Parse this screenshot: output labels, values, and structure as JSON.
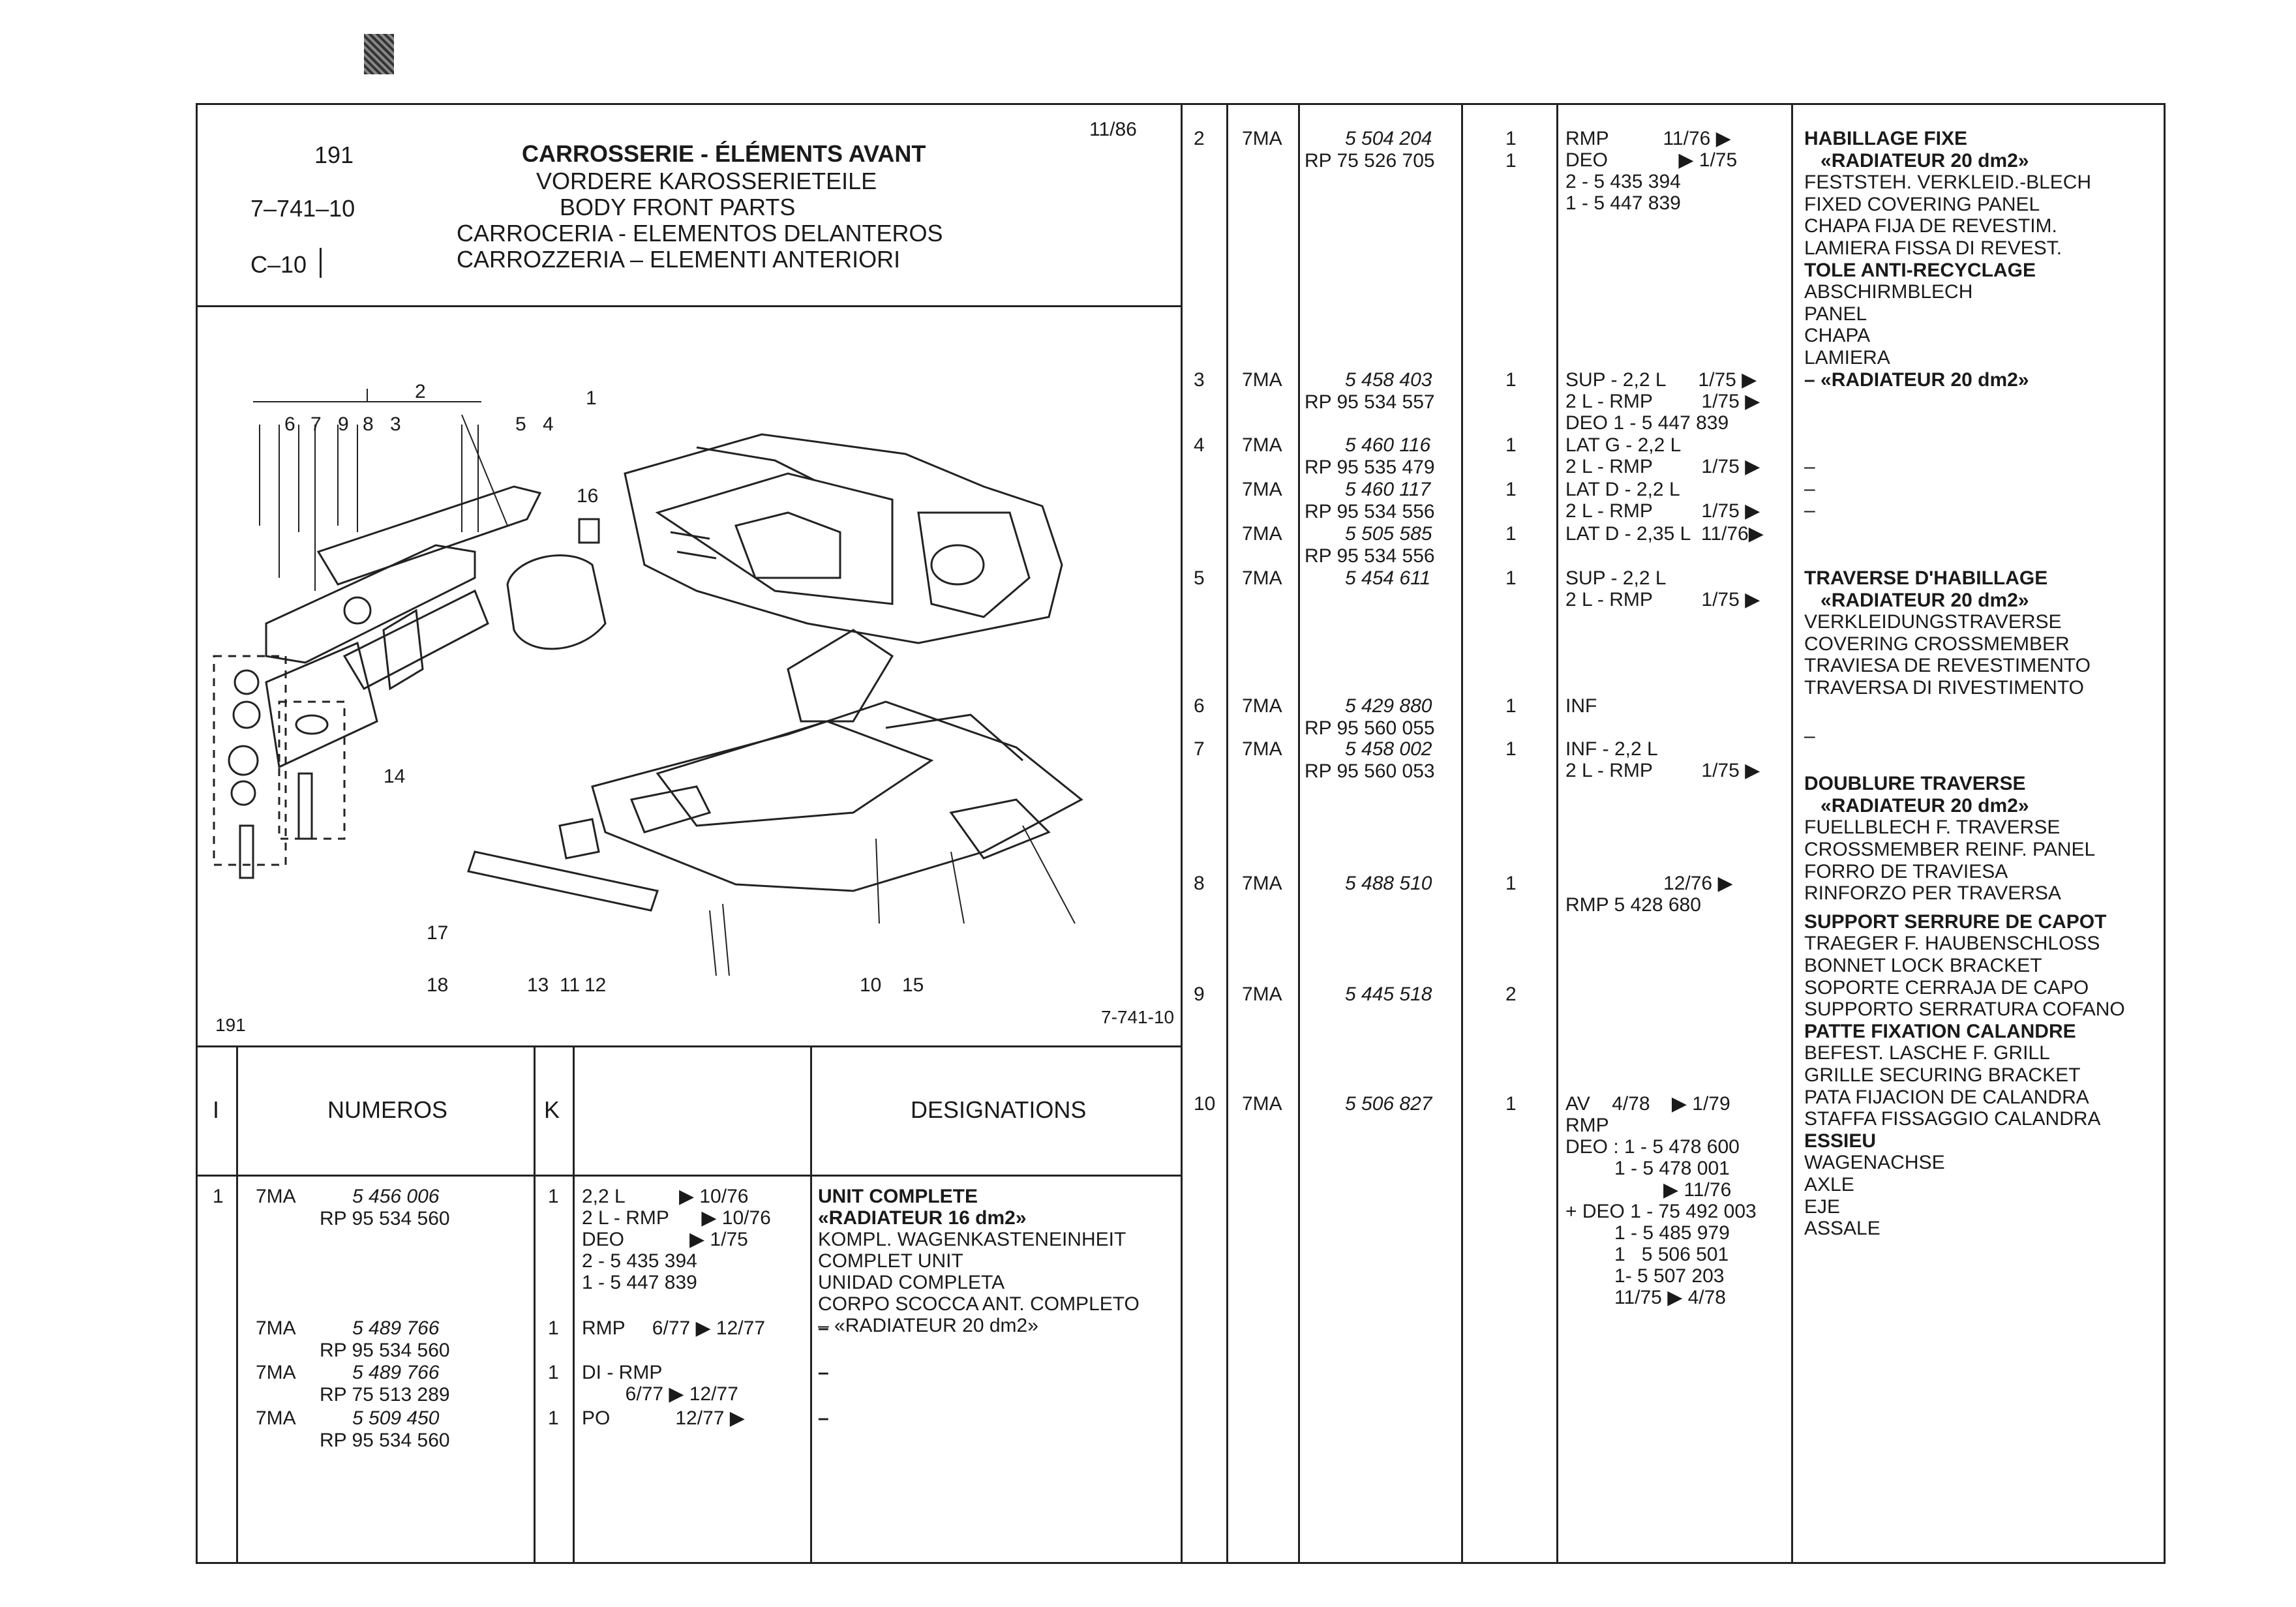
{
  "header": {
    "section_num": "191",
    "ref_code": "7–741–10",
    "group_code": "C–10",
    "date": "11/86",
    "titles": [
      "CARROSSERIE - ÉLÉMENTS AVANT",
      "VORDERE KAROSSERIETEILE",
      "BODY FRONT PARTS",
      "CARROCERIA - ELEMENTOS DELANTEROS",
      "CARROZZERIA – ELEMENTI ANTERIORI"
    ]
  },
  "diagram": {
    "corner_num": "191",
    "ref_label": "7-741-10",
    "callouts": [
      "1",
      "2",
      "3",
      "4",
      "5",
      "6",
      "7",
      "8",
      "9",
      "10",
      "11",
      "12",
      "13",
      "14",
      "15",
      "16",
      "17",
      "18"
    ]
  },
  "table_header": {
    "col_index": "I",
    "col_numbers": "NUMEROS",
    "col_k": "K",
    "col_designations": "DESIGNATIONS"
  },
  "left_rows": [
    {
      "idx": "1",
      "model": "7MA",
      "num": "5 456 006",
      "rp": "RP 95 534 560",
      "qty": "1",
      "cond": [
        "2,2 L          ▶ 10/76",
        "2 L - RMP      ▶ 10/76",
        "DEO            ▶ 1/75",
        "2 - 5 435 394",
        "1 - 5 447 839"
      ],
      "desig": [
        "UNIT COMPLETE",
        "«RADIATEUR 16 dm2»",
        "KOMPL. WAGENKASTENEINHEIT",
        "COMPLET UNIT",
        "UNIDAD COMPLETA",
        "CORPO SCOCCA ANT. COMPLETO",
        "– «RADIATEUR 20 dm2»"
      ]
    },
    {
      "idx": "",
      "model": "7MA",
      "num": "5 489 766",
      "rp": "RP 95 534 560",
      "qty": "1",
      "cond": [
        "RMP     6/77 ▶ 12/77"
      ],
      "desig": [
        "–"
      ]
    },
    {
      "idx": "",
      "model": "7MA",
      "num": "5 489 766",
      "rp": "RP 75 513 289",
      "qty": "1",
      "cond": [
        "DI - RMP",
        "        6/77 ▶ 12/77"
      ],
      "desig": [
        "–"
      ]
    },
    {
      "idx": "",
      "model": "7MA",
      "num": "5 509 450",
      "rp": "RP 95 534 560",
      "qty": "1",
      "cond": [
        "PO            12/77 ▶"
      ],
      "desig": [
        "–"
      ]
    }
  ],
  "right_rows": [
    {
      "idx": "2",
      "model": "7MA",
      "num": "5 504 204",
      "rp": "RP 75 526 705",
      "qty": [
        "1",
        "1"
      ],
      "cond": [
        "RMP          11/76 ▶",
        "DEO             ▶ 1/75",
        "2 - 5 435 394",
        "1 - 5 447 839"
      ]
    },
    {
      "idx": "3",
      "model": "7MA",
      "num": "5 458 403",
      "rp": "RP 95 534 557",
      "qty": [
        "1"
      ],
      "cond": [
        "SUP - 2,2 L      1/75 ▶",
        "2 L - RMP         1/75 ▶",
        "DEO 1 - 5 447 839"
      ]
    },
    {
      "idx": "4",
      "model": "7MA",
      "num": "5 460 116",
      "rp": "RP 95 535 479",
      "qty": [
        "1"
      ],
      "cond": [
        "LAT G - 2,2 L",
        "2 L - RMP         1/75 ▶"
      ]
    },
    {
      "idx": "",
      "model": "7MA",
      "num": "5 460 117",
      "rp": "RP 95 534 556",
      "qty": [
        "1"
      ],
      "cond": [
        "LAT D - 2,2 L",
        "2 L - RMP         1/75 ▶"
      ]
    },
    {
      "idx": "",
      "model": "7MA",
      "num": "5 505 585",
      "rp": "RP 95 534 556",
      "qty": [
        "1"
      ],
      "cond": [
        "LAT D - 2,35 L  11/76▶"
      ]
    },
    {
      "idx": "5",
      "model": "7MA",
      "num": "5 454 611",
      "rp": "",
      "qty": [
        "1"
      ],
      "cond": [
        "SUP - 2,2 L",
        "2 L - RMP         1/75 ▶"
      ]
    },
    {
      "idx": "6",
      "model": "7MA",
      "num": "5 429 880",
      "rp": "RP 95 560 055",
      "qty": [
        "1"
      ],
      "cond": [
        "INF"
      ]
    },
    {
      "idx": "7",
      "model": "7MA",
      "num": "5 458 002",
      "rp": "RP 95 560 053",
      "qty": [
        "1"
      ],
      "cond": [
        "INF - 2,2 L",
        "2 L - RMP         1/75 ▶"
      ]
    },
    {
      "idx": "8",
      "model": "7MA",
      "num": "5 488 510",
      "rp": "",
      "qty": [
        "1"
      ],
      "cond": [
        "                  12/76 ▶",
        "RMP 5 428 680"
      ]
    },
    {
      "idx": "9",
      "model": "7MA",
      "num": "5 445 518",
      "rp": "",
      "qty": [
        "2"
      ],
      "cond": []
    },
    {
      "idx": "10",
      "model": "7MA",
      "num": "5 506 827",
      "rp": "",
      "qty": [
        "1"
      ],
      "cond": [
        "AV    4/78    ▶ 1/79",
        "RMP",
        "DEO : 1 - 5 478 600",
        "         1 - 5 478 001",
        "                  ▶ 11/76",
        "+ DEO 1 - 75 492 003",
        "         1 - 5 485 979",
        "         1   5 506 501",
        "         1- 5 507 203",
        "         11/75 ▶ 4/78"
      ]
    }
  ],
  "designations_right": [
    {
      "text": "HABILLAGE FIXE",
      "bold": true
    },
    {
      "text": "   «RADIATEUR 20 dm2»",
      "bold": true
    },
    {
      "text": "FESTSTEH. VERKLEID.-BLECH"
    },
    {
      "text": "FIXED COVERING PANEL"
    },
    {
      "text": "CHAPA FIJA DE REVESTIM."
    },
    {
      "text": "LAMIERA FISSA DI REVEST."
    },
    {
      "text": "TOLE ANTI-RECYCLAGE",
      "bold": true
    },
    {
      "text": "ABSCHIRMBLECH"
    },
    {
      "text": "PANEL"
    },
    {
      "text": "CHAPA"
    },
    {
      "text": "LAMIERA"
    },
    {
      "text": "– «RADIATEUR 20 dm2»",
      "bold": true
    },
    {
      "text": "–"
    },
    {
      "text": "–"
    },
    {
      "text": "–"
    },
    {
      "text": "TRAVERSE D'HABILLAGE",
      "bold": true
    },
    {
      "text": "   «RADIATEUR 20 dm2»",
      "bold": true
    },
    {
      "text": "VERKLEIDUNGSTRAVERSE"
    },
    {
      "text": "COVERING CROSSMEMBER"
    },
    {
      "text": "TRAVIESA DE REVESTIMENTO"
    },
    {
      "text": "TRAVERSA DI RIVESTIMENTO"
    },
    {
      "text": "–"
    },
    {
      "text": "DOUBLURE TRAVERSE",
      "bold": true
    },
    {
      "text": "   «RADIATEUR 20 dm2»",
      "bold": true
    },
    {
      "text": "FUELLBLECH F. TRAVERSE"
    },
    {
      "text": "CROSSMEMBER REINF. PANEL"
    },
    {
      "text": "FORRO DE TRAVIESA"
    },
    {
      "text": "RINFORZO PER TRAVERSA"
    },
    {
      "text": "SUPPORT SERRURE DE CAPOT",
      "bold": true
    },
    {
      "text": "TRAEGER F. HAUBENSCHLOSS"
    },
    {
      "text": "BONNET LOCK BRACKET"
    },
    {
      "text": "SOPORTE CERRAJA DE CAPO"
    },
    {
      "text": "SUPPORTO SERRATURA COFANO"
    },
    {
      "text": "PATTE FIXATION CALANDRE",
      "bold": true
    },
    {
      "text": "BEFEST. LASCHE F. GRILL"
    },
    {
      "text": "GRILLE SECURING BRACKET"
    },
    {
      "text": "PATA FIJACION DE CALANDRA"
    },
    {
      "text": "STAFFA FISSAGGIO CALANDRA"
    },
    {
      "text": "ESSIEU",
      "bold": true
    },
    {
      "text": "WAGENACHSE"
    },
    {
      "text": "AXLE"
    },
    {
      "text": "EJE"
    },
    {
      "text": "ASSALE"
    }
  ]
}
